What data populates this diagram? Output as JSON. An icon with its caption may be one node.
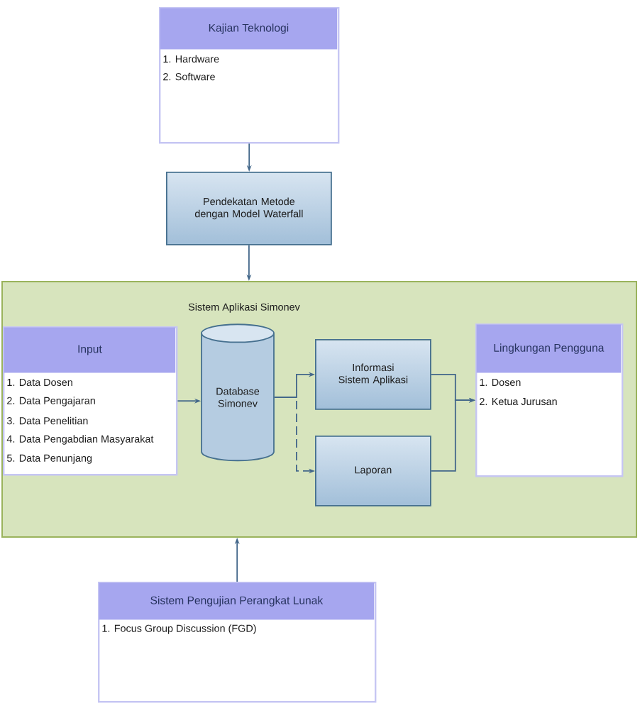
{
  "diagram": {
    "nodes": [
      {
        "text": [
          "Kajian Teknologi",
          "1. Hardware",
          "2. Software"
        ]
      },
      {
        "text": [
          "Pendekatan Metode dengan Model Waterfall"
        ]
      },
      {
        "text": [
          "Sistem Aplikasi Simonev"
        ]
      },
      {
        "text": [
          "Input",
          "1. Data Dosen",
          "2. Data Pengajaran",
          "3. Data Penelitian",
          "4. Data Pengabdian Masyarakat",
          "5. Data Penunjang"
        ],
        "in": 2
      },
      {
        "text": [
          "Database Simonev"
        ],
        "in": 2
      },
      {
        "text": [
          "Informasi Sistem Aplikasi"
        ],
        "in": 2
      },
      {
        "text": [
          "Laporan"
        ],
        "in": 2
      },
      {
        "text": [
          "Lingkungan Pengguna",
          "1. Dosen",
          "2. Ketua Jurusan"
        ],
        "in": 2
      },
      {
        "text": [
          "Sistem Pengujian Perangkat Lunak",
          "1. Focus Group Discussion (FGD)"
        ]
      }
    ],
    "edges": [
      {
        "from": 0,
        "to": 1,
        "arrow": "to"
      },
      {
        "from": 1,
        "to": 2,
        "arrow": "to"
      },
      {
        "from": 3,
        "to": 4,
        "arrow": "to"
      },
      {
        "from": 4,
        "to": 5,
        "arrow": "to"
      },
      {
        "from": 4,
        "to": 6,
        "arrow": "to",
        "style": "dashed"
      },
      {
        "from": 5,
        "to": 7,
        "arrow": "to"
      },
      {
        "from": 6,
        "to": 7,
        "arrow": "to"
      },
      {
        "from": 8,
        "to": 2,
        "arrow": "to"
      }
    ]
  }
}
